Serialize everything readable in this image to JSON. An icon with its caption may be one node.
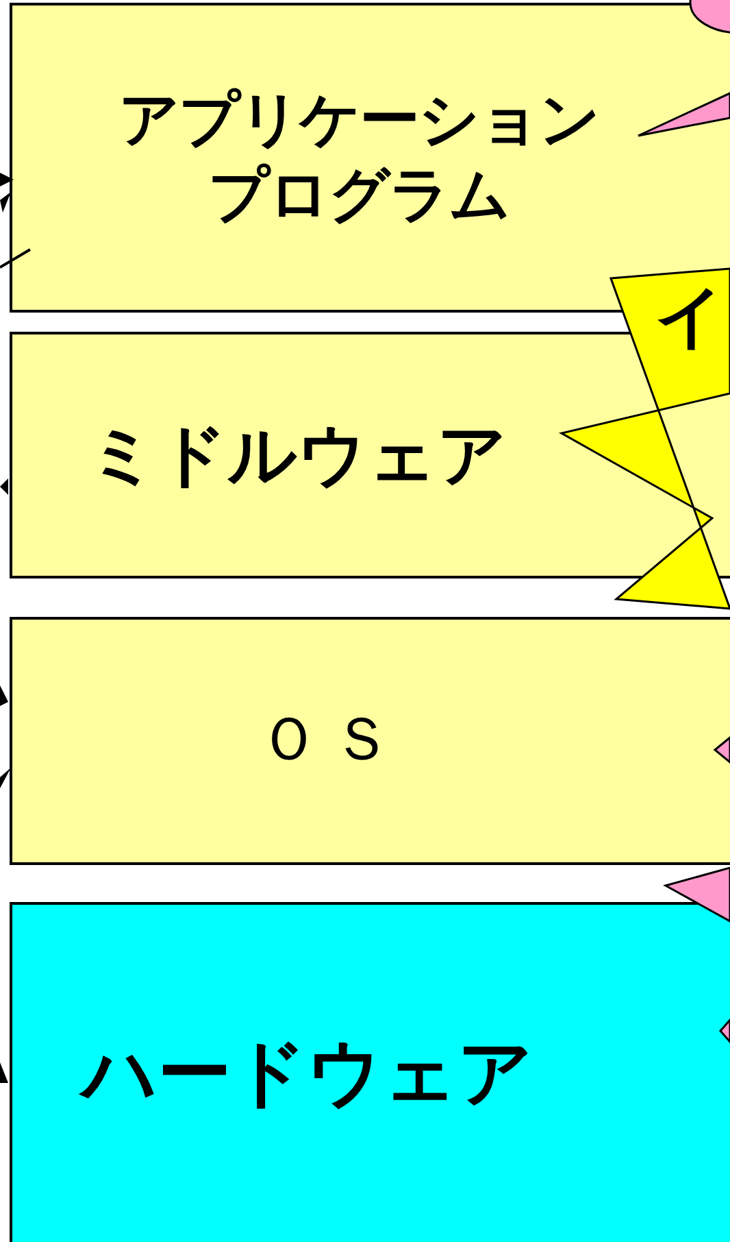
{
  "diagram": {
    "nodes": [
      {
        "text": [
          "アプリケーションプログラム"
        ]
      },
      {
        "text": [
          "ミドルウェア"
        ]
      },
      {
        "text": [
          "ＯＳ"
        ]
      },
      {
        "text": [
          "ハードウェア"
        ]
      }
    ],
    "labels": [
      "イ"
    ]
  }
}
